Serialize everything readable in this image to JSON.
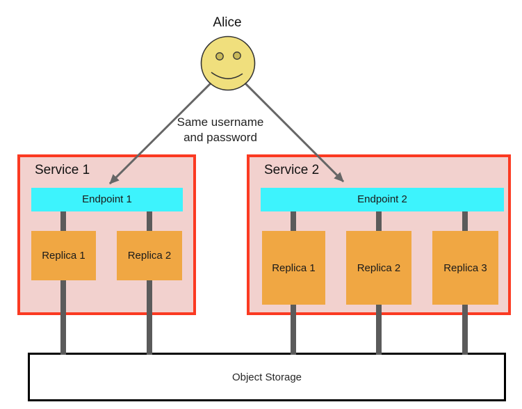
{
  "diagram": {
    "actor": {
      "name": "Alice"
    },
    "annotation": {
      "line1": "Same username",
      "line2": "and password"
    },
    "services": [
      {
        "name": "Service 1",
        "endpoint": {
          "label": "Endpoint 1"
        },
        "replicas": [
          {
            "label": "Replica 1"
          },
          {
            "label": "Replica 2"
          }
        ]
      },
      {
        "name": "Service 2",
        "endpoint": {
          "label": "Endpoint 2"
        },
        "replicas": [
          {
            "label": "Replica 1"
          },
          {
            "label": "Replica 2"
          },
          {
            "label": "Replica 3"
          }
        ]
      }
    ],
    "storage": {
      "label": "Object Storage"
    },
    "colors": {
      "service_fill": "#f2d1ce",
      "service_border": "#fb3a22",
      "endpoint_fill": "#3df3fd",
      "replica_fill": "#f0a743",
      "face_fill": "#f0df7d",
      "face_eye_fill": "#c9b959",
      "face_stroke": "#333333",
      "connector": "#5b5b5b",
      "arrow": "#666666",
      "storage_border": "#000000",
      "text": "#1a1a1a"
    }
  }
}
